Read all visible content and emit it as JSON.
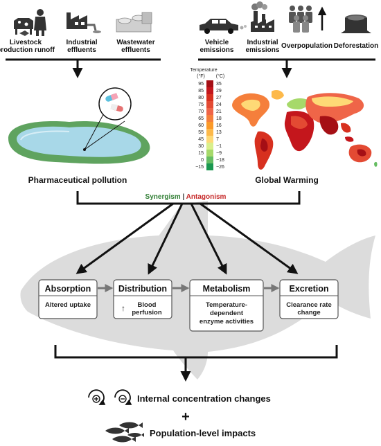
{
  "top_left": {
    "sources": [
      {
        "line1": "Livestock",
        "line2": "production runoff",
        "icon": "livestock-farmer-icon"
      },
      {
        "line1": "Industrial",
        "line2": "effluents",
        "icon": "factory-effluent-icon"
      },
      {
        "line1": "Wastewater",
        "line2": "effluents",
        "icon": "wastewater-plant-icon"
      }
    ],
    "result": "Pharmaceutical pollution"
  },
  "top_right": {
    "sources": [
      {
        "line1": "Vehicle",
        "line2": "emissions",
        "icon": "car-icon"
      },
      {
        "line1": "Industrial",
        "line2": "emissions",
        "icon": "smokestack-factory-icon"
      },
      {
        "line1": "Overpopulation",
        "line2": "",
        "icon": "people-group-icon"
      },
      {
        "line1": "Deforestation",
        "line2": "",
        "icon": "tree-stump-icon"
      }
    ],
    "result": "Global Warming"
  },
  "temperature_legend": {
    "title": "Temperature",
    "unit_f": "(°F)",
    "unit_c": "(°C)",
    "f_values": [
      "95",
      "85",
      "80",
      "75",
      "70",
      "65",
      "60",
      "55",
      "45",
      "30",
      "15",
      "0",
      "−15"
    ],
    "c_values": [
      "35",
      "29",
      "27",
      "24",
      "21",
      "18",
      "16",
      "13",
      "7",
      "−1",
      "−9",
      "−18",
      "−26"
    ],
    "colors": [
      "#a50f15",
      "#c4161c",
      "#d7301f",
      "#e34a33",
      "#ef6548",
      "#f57f3b",
      "#fb9a29",
      "#fdb94a",
      "#fed976",
      "#d9ef8b",
      "#a6d96a",
      "#66bd63",
      "#1a9850"
    ]
  },
  "interaction": {
    "synergism": "Synergism",
    "separator": " | ",
    "antagonism": "Antagonism"
  },
  "stages": [
    {
      "title": "Absorption",
      "desc": [
        "Altered uptake"
      ]
    },
    {
      "title": "Distribution",
      "desc": [
        "Blood",
        "perfusion"
      ],
      "arrow": "↑"
    },
    {
      "title": "Metabolism",
      "desc": [
        "Temperature-",
        "dependent",
        "enzyme activities"
      ]
    },
    {
      "title": "Excretion",
      "desc": [
        "Clearance rate",
        "change"
      ]
    }
  ],
  "outcomes": {
    "first": "Internal concentration changes",
    "plus": "+",
    "second": "Population-level impacts"
  },
  "colors": {
    "synergism": "#2e7d32",
    "antagonism": "#c62828",
    "fish": "#dcdcdc",
    "water": "#a8d8e8",
    "shore": "#5fa35f",
    "box_border": "#555555"
  }
}
